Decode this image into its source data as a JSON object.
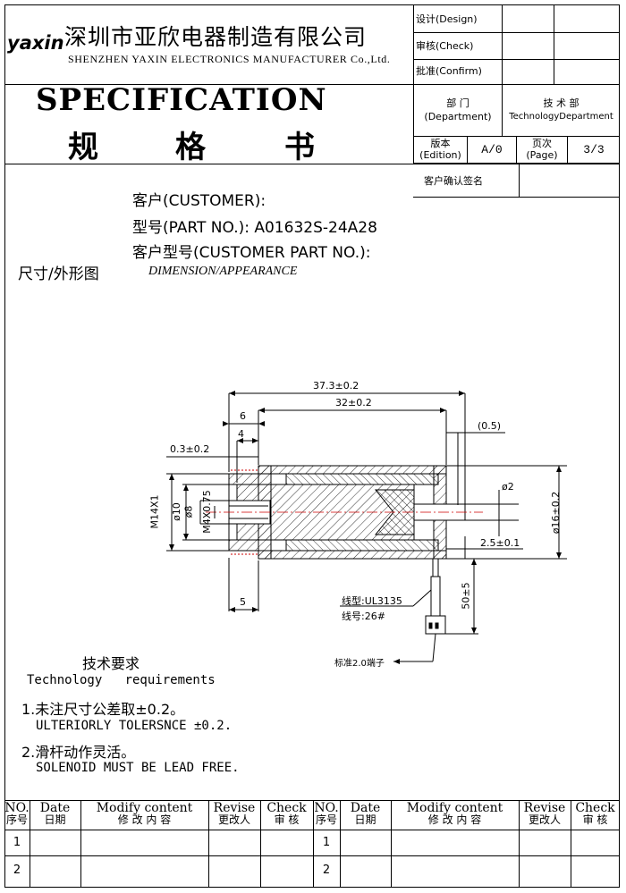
{
  "header": {
    "logo_text": "yaxin",
    "company_cn": "深圳市亚欣电器制造有限公司",
    "company_en": "SHENZHEN YAXIN ELECTRONICS MANUFACTURER Co.,Ltd.",
    "title_en": "SPECIFICATION",
    "title_cn_1": "规",
    "title_cn_2": "格",
    "title_cn_3": "书",
    "design_label": "设计(Design)",
    "check_label": "审核(Check)",
    "confirm_label": "批准(Confirm)",
    "department_cn": "部  门",
    "department_en": "(Department)",
    "dept_value_cn": "技 术 部",
    "dept_value_en": "TechnologyDepartment",
    "edition_cn": "版本",
    "edition_en": "(Edition)",
    "edition_value": "A/0",
    "page_cn": "页次",
    "page_en": "(Page)",
    "page_value": "3/3",
    "customer_sign": "客户确认签名"
  },
  "info": {
    "customer": "客户(CUSTOMER):",
    "part_no": "型号(PART NO.): A01632S-24A28",
    "customer_part_no": "客户型号(CUSTOMER PART NO.):",
    "dimension_cn": "尺寸/外形图",
    "dimension_en": "DIMENSION/APPEARANCE"
  },
  "drawing": {
    "dim_overall": "37.3±0.2",
    "dim_body": "32±0.2",
    "dim_6": "6",
    "dim_4": "4",
    "dim_03": "0.3±0.2",
    "dim_05": "(0.5)",
    "dim_phi2": "ø2",
    "dim_m14": "M14X1",
    "dim_phi10": "ø10",
    "dim_phi8": "ø8",
    "dim_m4": "M4X0.75",
    "dim_phi16": "ø16±0.2",
    "dim_25": "2.5±0.1",
    "dim_5": "5",
    "dim_50": "50±5",
    "wire_type": "线型:UL3135",
    "wire_gauge": "线号:26#",
    "terminal": "标准2.0端子"
  },
  "requirements": {
    "title_cn": "技术要求",
    "title_en": "Technology   requirements",
    "item1_cn": "1.未注尺寸公差取±0.2。",
    "item1_en": "ULTERIORLY TOLERSNCE ±0.2.",
    "item2_cn": "2.滑杆动作灵活。",
    "item2_en": "SOLENOID MUST BE LEAD FREE."
  },
  "revision": {
    "no_en": "NO.",
    "no_cn": "序号",
    "date_en": "Date",
    "date_cn": "日期",
    "modify_en": "Modify content",
    "modify_cn": "修 改 内 容",
    "revise_en": "Revise",
    "revise_cn": "更改人",
    "check_en": "Check",
    "check_cn": "审  核",
    "rows": [
      "1",
      "2"
    ]
  }
}
